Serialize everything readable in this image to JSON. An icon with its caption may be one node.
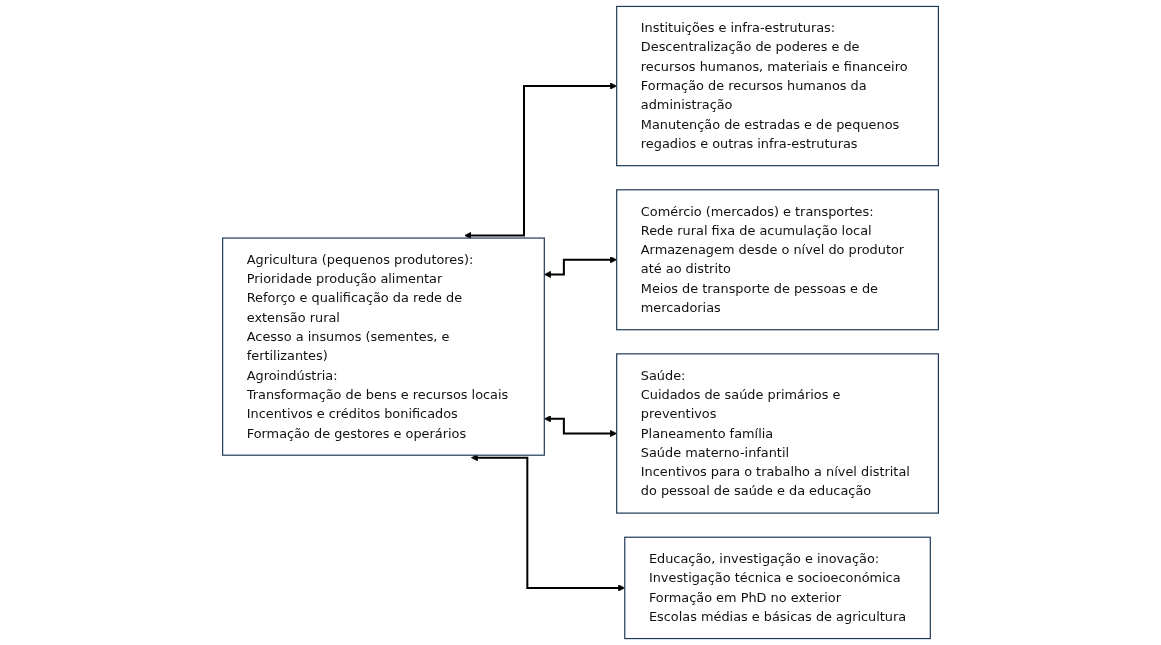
{
  "diagram": {
    "nodes": [
      {
        "text": [
          "Instituições e infra-estruturas:",
          "Descentralização de poderes e de recursos humanos, materiais e financeiro",
          "Formação de recursos humanos da administração",
          "Manutenção de estradas e de pequenos regadios e outras infra-estruturas"
        ]
      },
      {
        "text": [
          "Comércio (mercados) e transportes:",
          "Rede rural fixa de acumulação local",
          "Armazenagem desde o nível do produtor até ao distrito",
          "Meios de transporte de pessoas e de mercadorias"
        ]
      },
      {
        "text": [
          "Agricultura (pequenos produtores):",
          "Prioridade produção alimentar",
          "Reforço e qualificação da rede de extensão rural",
          "Acesso a insumos (sementes, e fertilizantes)",
          "Agroindústria:",
          "Transformação de bens e recursos locais",
          "Incentivos e créditos bonificados",
          "Formação de gestores e operários"
        ]
      },
      {
        "text": [
          "Saúde:",
          "Cuidados de saúde primários e preventivos",
          "Planeamento família",
          "Saúde materno-infantil",
          "Incentivos para o trabalho a nível distrital do pessoal de saúde e da educação"
        ]
      },
      {
        "text": [
          "Educação, investigação e inovação:",
          "Investigação técnica e socioeconómica",
          "Formação em PhD no exterior",
          "Escolas médias e básicas de agricultura"
        ]
      }
    ],
    "edges": [
      {
        "from": 2,
        "to": 0,
        "arrow": "both"
      },
      {
        "from": 2,
        "to": 1,
        "arrow": "both"
      },
      {
        "from": 2,
        "to": 3,
        "arrow": "both"
      },
      {
        "from": 2,
        "to": 4,
        "arrow": "both"
      }
    ]
  }
}
